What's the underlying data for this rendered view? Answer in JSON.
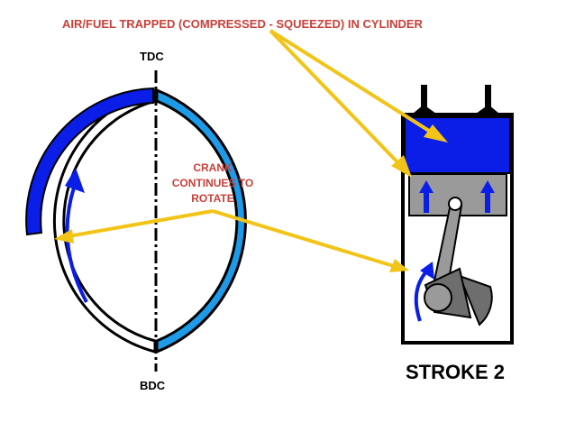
{
  "labels": {
    "top_note": "AIR/FUEL TRAPPED (COMPRESSED - SQUEEZED) IN CYLINDER",
    "tdc": "TDC",
    "bdc": "BDC",
    "crank_line1": "CRANK",
    "crank_line2": "CONTINUES TO",
    "crank_line3": "ROTATE",
    "stroke": "STROKE 2"
  },
  "colors": {
    "note_text": "#c8403a",
    "arrow_yellow": "#f2c418",
    "dark_blue": "#0a1ee8",
    "light_blue": "#1e9be8",
    "gray": "#9a9a9a",
    "dark_gray": "#6e6e6e",
    "black": "#000000"
  }
}
